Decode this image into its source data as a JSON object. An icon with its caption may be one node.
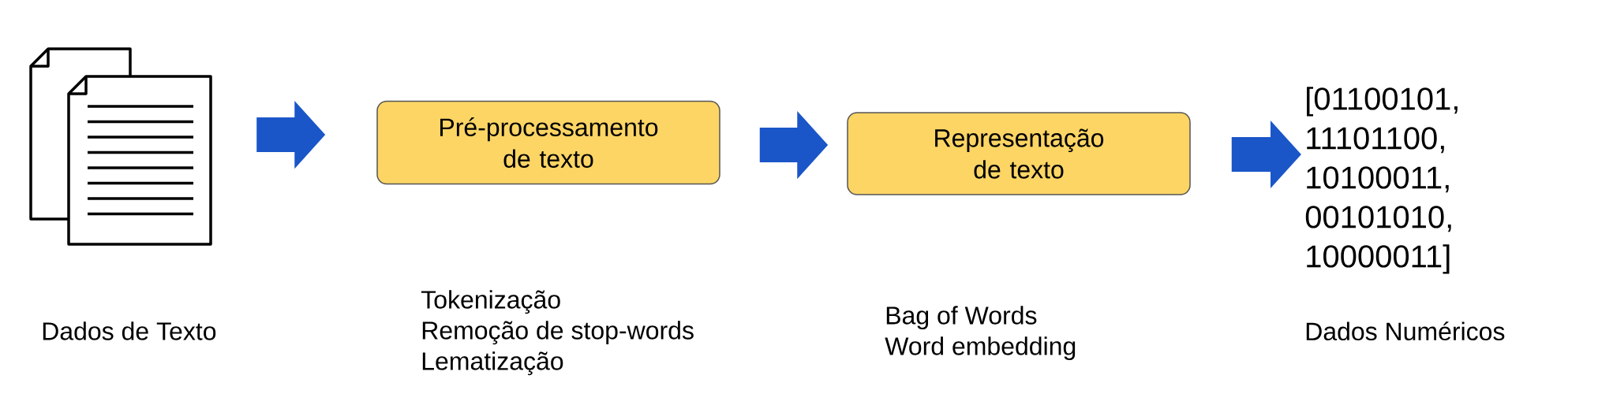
{
  "diagram": {
    "nodes": [
      {
        "text": [],
        "shape": "document",
        "beside": [
          "Dados de Texto"
        ]
      },
      {
        "text": [
          "Pré-processamento de texto"
        ],
        "beside": [
          "Tokenização",
          "Remoção de stop-words",
          "Lematização"
        ]
      },
      {
        "text": [
          "Representação de texto"
        ],
        "beside": [
          "Bag of Words",
          "Word embedding"
        ]
      },
      {
        "text": [
          "[01100101, 11101100, 10100011, 00101010, 10000011]"
        ],
        "beside": [
          "Dados Numéricos"
        ]
      }
    ],
    "edges": [
      {
        "from": 0,
        "to": 1,
        "arrow": "to"
      },
      {
        "from": 1,
        "to": 2,
        "arrow": "to"
      },
      {
        "from": 2,
        "to": 3,
        "arrow": "to"
      }
    ]
  }
}
